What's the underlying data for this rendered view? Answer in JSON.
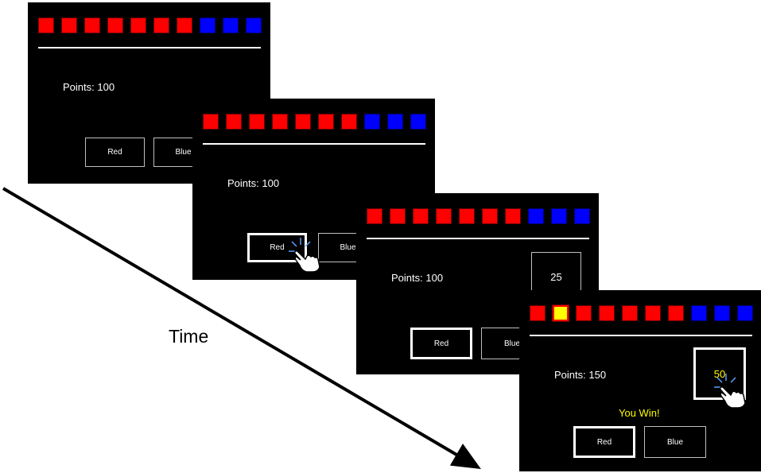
{
  "colors": {
    "background": "#000000",
    "red_square": "#ff0000",
    "blue_square": "#0000ff",
    "highlight_square": "#ffff00",
    "text": "#ffffff",
    "win_text": "#ffff00"
  },
  "timeline": {
    "label": "Time"
  },
  "screens": [
    {
      "points_label": "Points: 100",
      "red_button_label": "Red",
      "blue_button_label": "Blue",
      "squares": [
        "red",
        "red",
        "red",
        "red",
        "red",
        "red",
        "red",
        "blue",
        "blue",
        "blue"
      ],
      "selected_square": null
    },
    {
      "points_label": "Points: 100",
      "red_button_label": "Red",
      "blue_button_label": "Blue",
      "squares": [
        "red",
        "red",
        "red",
        "red",
        "red",
        "red",
        "red",
        "blue",
        "blue",
        "blue"
      ],
      "selected_square": null
    },
    {
      "points_label": "Points: 100",
      "red_button_label": "Red",
      "blue_button_label": "Blue",
      "bet_value": "25",
      "squares": [
        "red",
        "red",
        "red",
        "red",
        "red",
        "red",
        "red",
        "blue",
        "blue",
        "blue"
      ],
      "selected_square": null
    },
    {
      "points_label": "Points: 150",
      "red_button_label": "Red",
      "blue_button_label": "Blue",
      "bet_value": "50",
      "result_message": "You Win!",
      "squares": [
        "red",
        "red",
        "red",
        "red",
        "red",
        "red",
        "red",
        "blue",
        "blue",
        "blue"
      ],
      "selected_square": 1
    }
  ]
}
